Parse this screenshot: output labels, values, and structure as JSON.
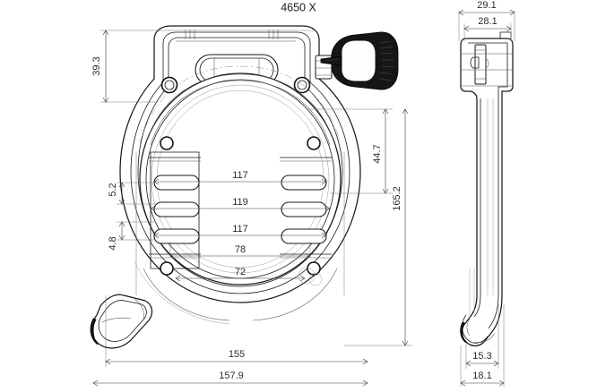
{
  "drawing": {
    "title": "4650 X",
    "units": "mm",
    "type": "technical-dimension-drawing",
    "subject": "bicycle frame ring lock",
    "views": [
      {
        "id": "front",
        "label": "front-view"
      },
      {
        "id": "side",
        "label": "side-profile-view"
      }
    ]
  },
  "dimensions": {
    "front": {
      "left_vertical": "39.3",
      "left_small_upper": "5.2",
      "left_small_lower": "4.8",
      "right_inner_vertical": "44.7",
      "right_outer_vertical": "165.2",
      "stacked_horizontal": [
        "117",
        "119",
        "117",
        "78",
        "72"
      ],
      "bottom_inner": "155",
      "bottom_outer": "157.9"
    },
    "side": {
      "top_outer": "29.1",
      "top_inner": "28.1",
      "bottom_inner": "15.3",
      "bottom_outer": "18.1"
    }
  },
  "colors": {
    "background": "#ffffff",
    "line": "#1a1a1a",
    "dimension_line": "#3a3a3a",
    "text": "#2b2b2b",
    "key_dark": "#161616"
  }
}
